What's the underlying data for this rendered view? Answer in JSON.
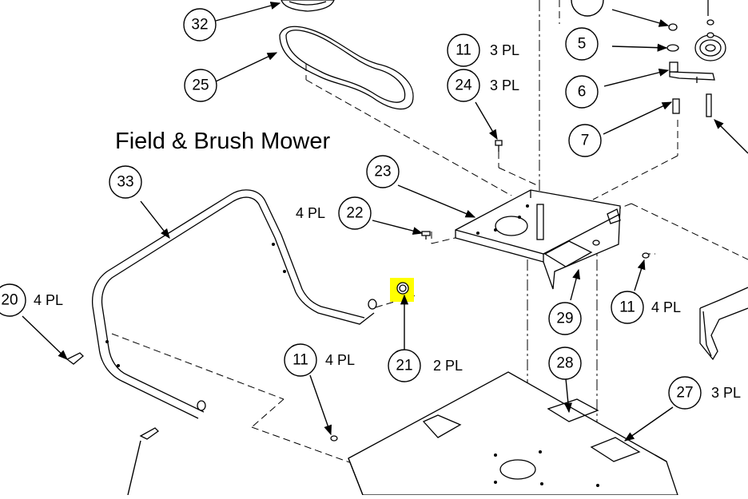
{
  "title": "Field & Brush Mower",
  "callouts": [
    {
      "num": "32",
      "pl": ""
    },
    {
      "num": "25",
      "pl": ""
    },
    {
      "num": "11",
      "pl": "3 PL"
    },
    {
      "num": "24",
      "pl": "3 PL"
    },
    {
      "num": "5",
      "pl": ""
    },
    {
      "num": "6",
      "pl": ""
    },
    {
      "num": "7",
      "pl": ""
    },
    {
      "num": "33",
      "pl": ""
    },
    {
      "num": "23",
      "pl": ""
    },
    {
      "num": "22",
      "pl": "4 PL"
    },
    {
      "num": "20",
      "pl": "4 PL"
    },
    {
      "num": "21",
      "pl": "2 PL"
    },
    {
      "num": "11",
      "pl": "4 PL"
    },
    {
      "num": "29",
      "pl": ""
    },
    {
      "num": "11",
      "pl": "4 PL"
    },
    {
      "num": "28",
      "pl": ""
    },
    {
      "num": "27",
      "pl": "3 PL"
    }
  ],
  "highlight_color": "#ffff00"
}
